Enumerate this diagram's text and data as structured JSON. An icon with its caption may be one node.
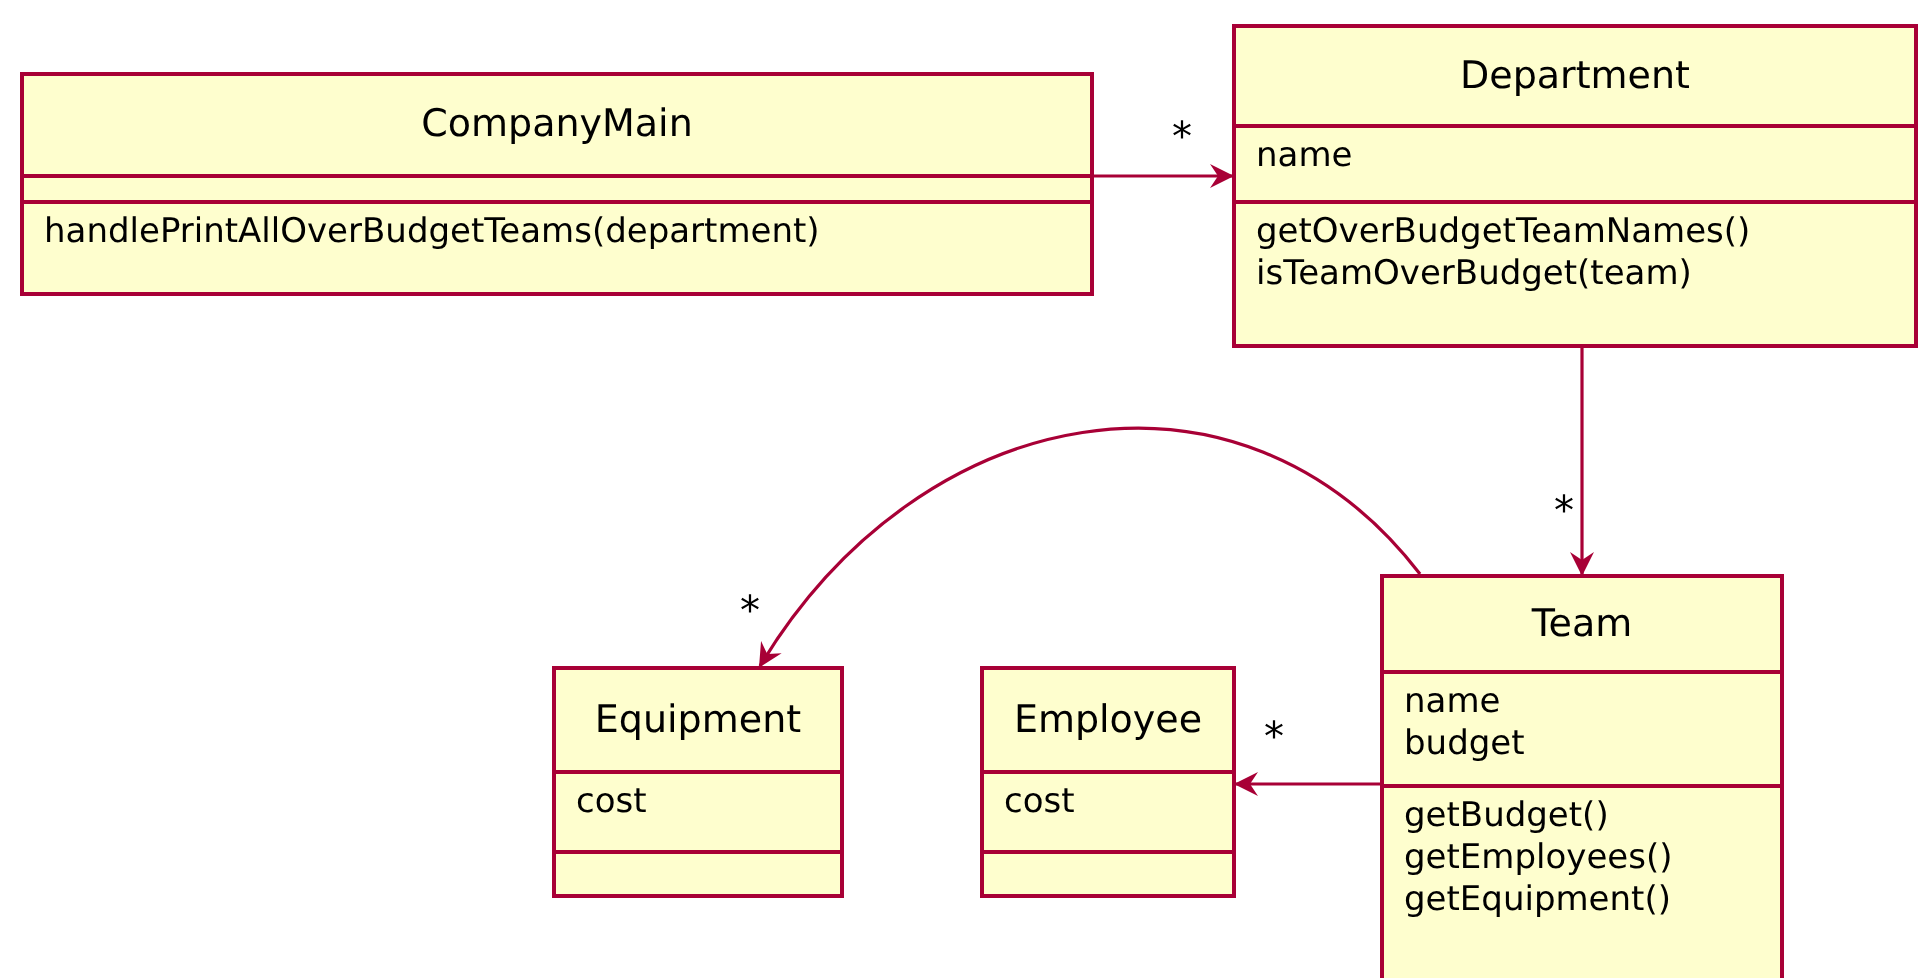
{
  "diagram": {
    "nodes": [
      {
        "text": [
          "CompanyMain",
          "handlePrintAllOverBudgetTeams(department)"
        ]
      },
      {
        "text": [
          "Department",
          "name",
          "getOverBudgetTeamNames()",
          "isTeamOverBudget(team)"
        ]
      },
      {
        "text": [
          "Team",
          "name",
          "budget",
          "getBudget()",
          "getEmployees()",
          "getEquipment()"
        ]
      },
      {
        "text": [
          "Equipment",
          "cost"
        ]
      },
      {
        "text": [
          "Employee",
          "cost"
        ]
      }
    ],
    "edges": [
      {
        "from": 0,
        "to": 1,
        "arrow": "to",
        "label": "*"
      },
      {
        "from": 1,
        "to": 2,
        "arrow": "to",
        "label": "*"
      },
      {
        "from": 2,
        "to": 3,
        "arrow": "to",
        "label": "*"
      },
      {
        "from": 2,
        "to": 4,
        "arrow": "to",
        "label": "*"
      }
    ]
  }
}
